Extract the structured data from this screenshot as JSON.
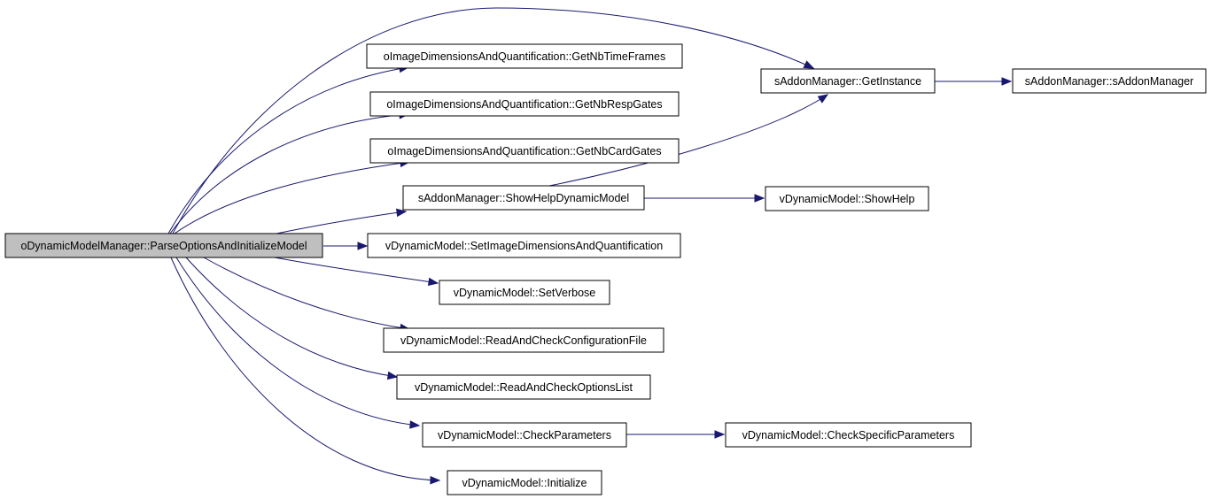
{
  "diagram": {
    "type": "call-graph",
    "colors": {
      "root_fill": "#bfbfbf",
      "node_fill": "#ffffff",
      "node_border": "#000000",
      "edge": "#191970"
    },
    "nodes": [
      {
        "id": "root",
        "label": "oDynamicModelManager::ParseOptionsAndInitializeModel",
        "highlighted": true
      },
      {
        "id": "getNbTimeFrames",
        "label": "oImageDimensionsAndQuantification::GetNbTimeFrames"
      },
      {
        "id": "getNbRespGates",
        "label": "oImageDimensionsAndQuantification::GetNbRespGates"
      },
      {
        "id": "getNbCardGates",
        "label": "oImageDimensionsAndQuantification::GetNbCardGates"
      },
      {
        "id": "showHelpDynamicModel",
        "label": "sAddonManager::ShowHelpDynamicModel"
      },
      {
        "id": "setImageDims",
        "label": "vDynamicModel::SetImageDimensionsAndQuantification"
      },
      {
        "id": "setVerbose",
        "label": "vDynamicModel::SetVerbose"
      },
      {
        "id": "readConfig",
        "label": "vDynamicModel::ReadAndCheckConfigurationFile"
      },
      {
        "id": "readOptions",
        "label": "vDynamicModel::ReadAndCheckOptionsList"
      },
      {
        "id": "checkParameters",
        "label": "vDynamicModel::CheckParameters"
      },
      {
        "id": "initialize",
        "label": "vDynamicModel::Initialize"
      },
      {
        "id": "getInstance",
        "label": "sAddonManager::GetInstance"
      },
      {
        "id": "addonCtor",
        "label": "sAddonManager::sAddonManager"
      },
      {
        "id": "showHelp",
        "label": "vDynamicModel::ShowHelp"
      },
      {
        "id": "checkSpecific",
        "label": "vDynamicModel::CheckSpecificParameters"
      }
    ],
    "edges": [
      {
        "from": "root",
        "to": "getInstance"
      },
      {
        "from": "root",
        "to": "getNbTimeFrames"
      },
      {
        "from": "root",
        "to": "getNbRespGates"
      },
      {
        "from": "root",
        "to": "getNbCardGates"
      },
      {
        "from": "root",
        "to": "showHelpDynamicModel"
      },
      {
        "from": "root",
        "to": "setImageDims"
      },
      {
        "from": "root",
        "to": "setVerbose"
      },
      {
        "from": "root",
        "to": "readConfig"
      },
      {
        "from": "root",
        "to": "readOptions"
      },
      {
        "from": "root",
        "to": "checkParameters"
      },
      {
        "from": "root",
        "to": "initialize"
      },
      {
        "from": "showHelpDynamicModel",
        "to": "getInstance"
      },
      {
        "from": "showHelpDynamicModel",
        "to": "showHelp"
      },
      {
        "from": "getInstance",
        "to": "addonCtor"
      },
      {
        "from": "checkParameters",
        "to": "checkSpecific"
      }
    ]
  }
}
